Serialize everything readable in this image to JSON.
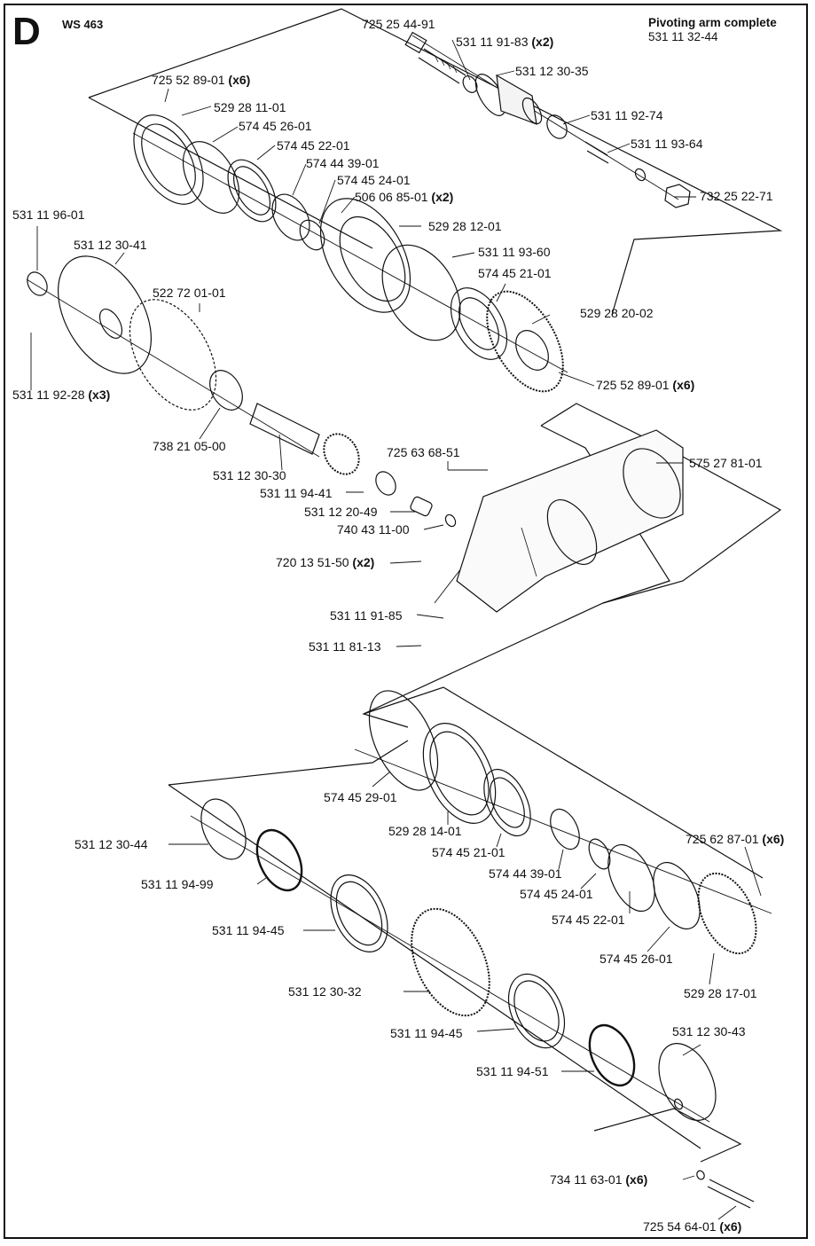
{
  "header": {
    "section_letter": "D",
    "model": "WS 463",
    "assembly_title": "Pivoting arm complete",
    "assembly_number": "531 11 32-44"
  },
  "parts": [
    {
      "id": "p1",
      "number": "725 25 44-91",
      "qty": ""
    },
    {
      "id": "p2",
      "number": "531 11 91-83",
      "qty": "(x2)"
    },
    {
      "id": "p3",
      "number": "531 12 30-35",
      "qty": ""
    },
    {
      "id": "p4",
      "number": "531 11 92-74",
      "qty": ""
    },
    {
      "id": "p5",
      "number": "531 11 93-64",
      "qty": ""
    },
    {
      "id": "p6",
      "number": "732 25 22-71",
      "qty": ""
    },
    {
      "id": "p7",
      "number": "725 52 89-01",
      "qty": "(x6)"
    },
    {
      "id": "p8",
      "number": "529 28 11-01",
      "qty": ""
    },
    {
      "id": "p9",
      "number": "574 45 26-01",
      "qty": ""
    },
    {
      "id": "p10",
      "number": "574 45 22-01",
      "qty": ""
    },
    {
      "id": "p11",
      "number": "574 44 39-01",
      "qty": ""
    },
    {
      "id": "p12",
      "number": "574 45 24-01",
      "qty": ""
    },
    {
      "id": "p13",
      "number": "506 06 85-01",
      "qty": "(x2)"
    },
    {
      "id": "p14",
      "number": "529 28 12-01",
      "qty": ""
    },
    {
      "id": "p15",
      "number": "531 11 96-01",
      "qty": ""
    },
    {
      "id": "p16",
      "number": "531 11 93-60",
      "qty": ""
    },
    {
      "id": "p17",
      "number": "531 12 30-41",
      "qty": ""
    },
    {
      "id": "p18",
      "number": "574 45 21-01",
      "qty": ""
    },
    {
      "id": "p19",
      "number": "522 72 01-01",
      "qty": ""
    },
    {
      "id": "p20",
      "number": "529 28 20-02",
      "qty": ""
    },
    {
      "id": "p21",
      "number": "531 11 92-28",
      "qty": "(x3)"
    },
    {
      "id": "p22",
      "number": "725 52 89-01",
      "qty": "(x6)"
    },
    {
      "id": "p23",
      "number": "738 21 05-00",
      "qty": ""
    },
    {
      "id": "p24",
      "number": "725 63 68-51",
      "qty": ""
    },
    {
      "id": "p25",
      "number": "575 27 81-01",
      "qty": ""
    },
    {
      "id": "p26",
      "number": "531 12 30-30",
      "qty": ""
    },
    {
      "id": "p27",
      "number": "531 11 94-41",
      "qty": ""
    },
    {
      "id": "p28",
      "number": "531 12 20-49",
      "qty": ""
    },
    {
      "id": "p29",
      "number": "740 43 11-00",
      "qty": ""
    },
    {
      "id": "p30",
      "number": "720 13 51-50",
      "qty": "(x2)"
    },
    {
      "id": "p31",
      "number": "531 11 91-85",
      "qty": ""
    },
    {
      "id": "p32",
      "number": "531 11 81-13",
      "qty": ""
    },
    {
      "id": "p33",
      "number": "574 45 29-01",
      "qty": ""
    },
    {
      "id": "p34",
      "number": "529 28 14-01",
      "qty": ""
    },
    {
      "id": "p35",
      "number": "531 12 30-44",
      "qty": ""
    },
    {
      "id": "p36",
      "number": "574 45 21-01",
      "qty": ""
    },
    {
      "id": "p37",
      "number": "725 62 87-01",
      "qty": "(x6)"
    },
    {
      "id": "p38",
      "number": "574 44 39-01",
      "qty": ""
    },
    {
      "id": "p39",
      "number": "531 11 94-99",
      "qty": ""
    },
    {
      "id": "p40",
      "number": "574 45 24-01",
      "qty": ""
    },
    {
      "id": "p41",
      "number": "574 45 22-01",
      "qty": ""
    },
    {
      "id": "p42",
      "number": "531 11 94-45",
      "qty": ""
    },
    {
      "id": "p43",
      "number": "574 45 26-01",
      "qty": ""
    },
    {
      "id": "p44",
      "number": "529 28 17-01",
      "qty": ""
    },
    {
      "id": "p45",
      "number": "531 12 30-32",
      "qty": ""
    },
    {
      "id": "p46",
      "number": "531 11 94-45",
      "qty": ""
    },
    {
      "id": "p47",
      "number": "531 12 30-43",
      "qty": ""
    },
    {
      "id": "p48",
      "number": "531 11 94-51",
      "qty": ""
    },
    {
      "id": "p49",
      "number": "734 11 63-01",
      "qty": "(x6)"
    },
    {
      "id": "p50",
      "number": "725 54 64-01",
      "qty": "(x6)"
    }
  ]
}
